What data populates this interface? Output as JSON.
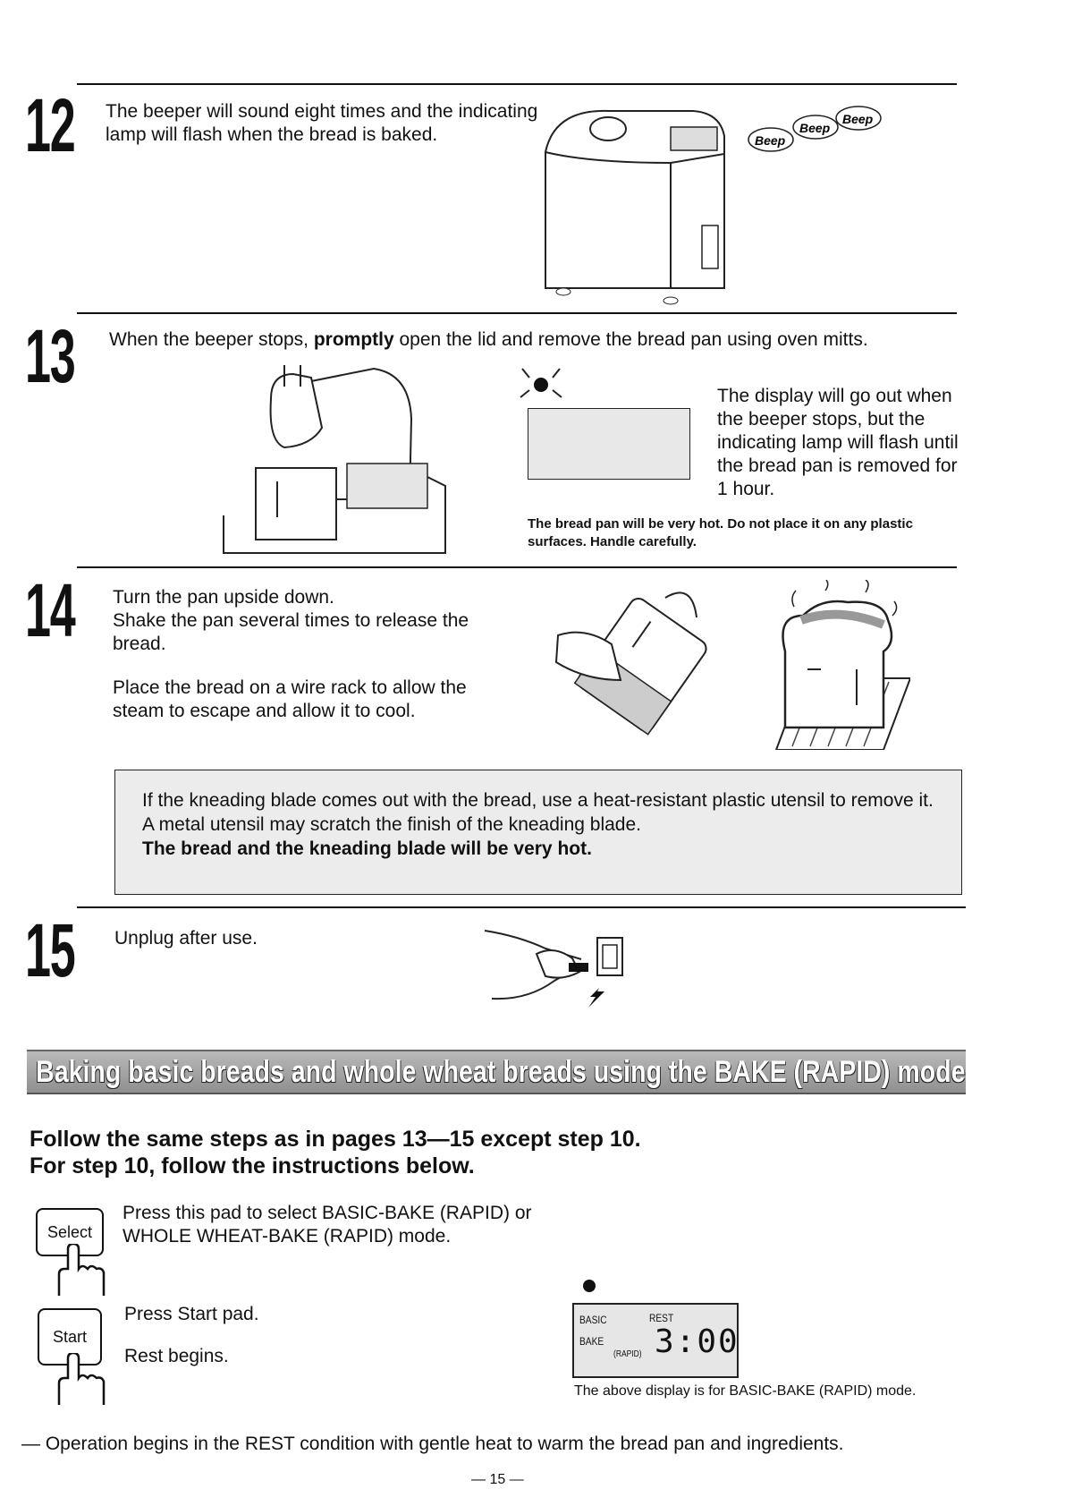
{
  "step12": {
    "number": "12",
    "text": "The beeper will sound eight times and the indicating lamp will flash when the bread is baked.",
    "beeps": [
      "Beep",
      "Beep",
      "Beep"
    ]
  },
  "step13": {
    "number": "13",
    "text_before": "When the beeper stops, ",
    "text_bold": "promptly",
    "text_after": " open the lid and remove the bread pan using oven mitts.",
    "display_note": "The display will go out when the beeper stops, but the indicating lamp will flash until the bread pan is removed for 1 hour.",
    "warning": "The bread pan will be very hot. Do not place it on any plastic surfaces. Handle carefully."
  },
  "step14": {
    "number": "14",
    "text1": "Turn the pan upside down.",
    "text2": "Shake the pan several times to release the bread.",
    "text3": "Place the bread on a wire rack to allow the steam to escape and allow it to cool."
  },
  "note": {
    "line1": "If the kneading blade comes out with the bread, use a heat-resistant plastic utensil to remove it.",
    "line2": "A metal utensil may scratch the finish of the kneading blade.",
    "line3": "The bread and the kneading blade will be very hot."
  },
  "step15": {
    "number": "15",
    "text": "Unplug after use."
  },
  "banner": {
    "title": "Baking basic breads and whole wheat breads using the BAKE (RAPID) mode"
  },
  "rapid": {
    "heading1": "Follow the same steps as in pages 13—15 except step 10.",
    "heading2": "For step 10, follow the instructions below.",
    "select_key": "Select",
    "select_text": "Press this pad to select BASIC-BAKE (RAPID) or WHOLE WHEAT-BAKE (RAPID) mode.",
    "start_key": "Start",
    "start_text": "Press Start pad.",
    "rest_text": "Rest begins.",
    "lcd": {
      "basic": "BASIC",
      "rest": "REST",
      "bake": "BAKE",
      "rapid": "(RAPID)",
      "time": "3:00"
    },
    "display_caption": "The above display is for BASIC-BAKE (RAPID) mode.",
    "footnote": "— Operation begins in the REST condition with gentle heat to warm the bread pan and ingredients."
  },
  "page_number": "— 15 —"
}
